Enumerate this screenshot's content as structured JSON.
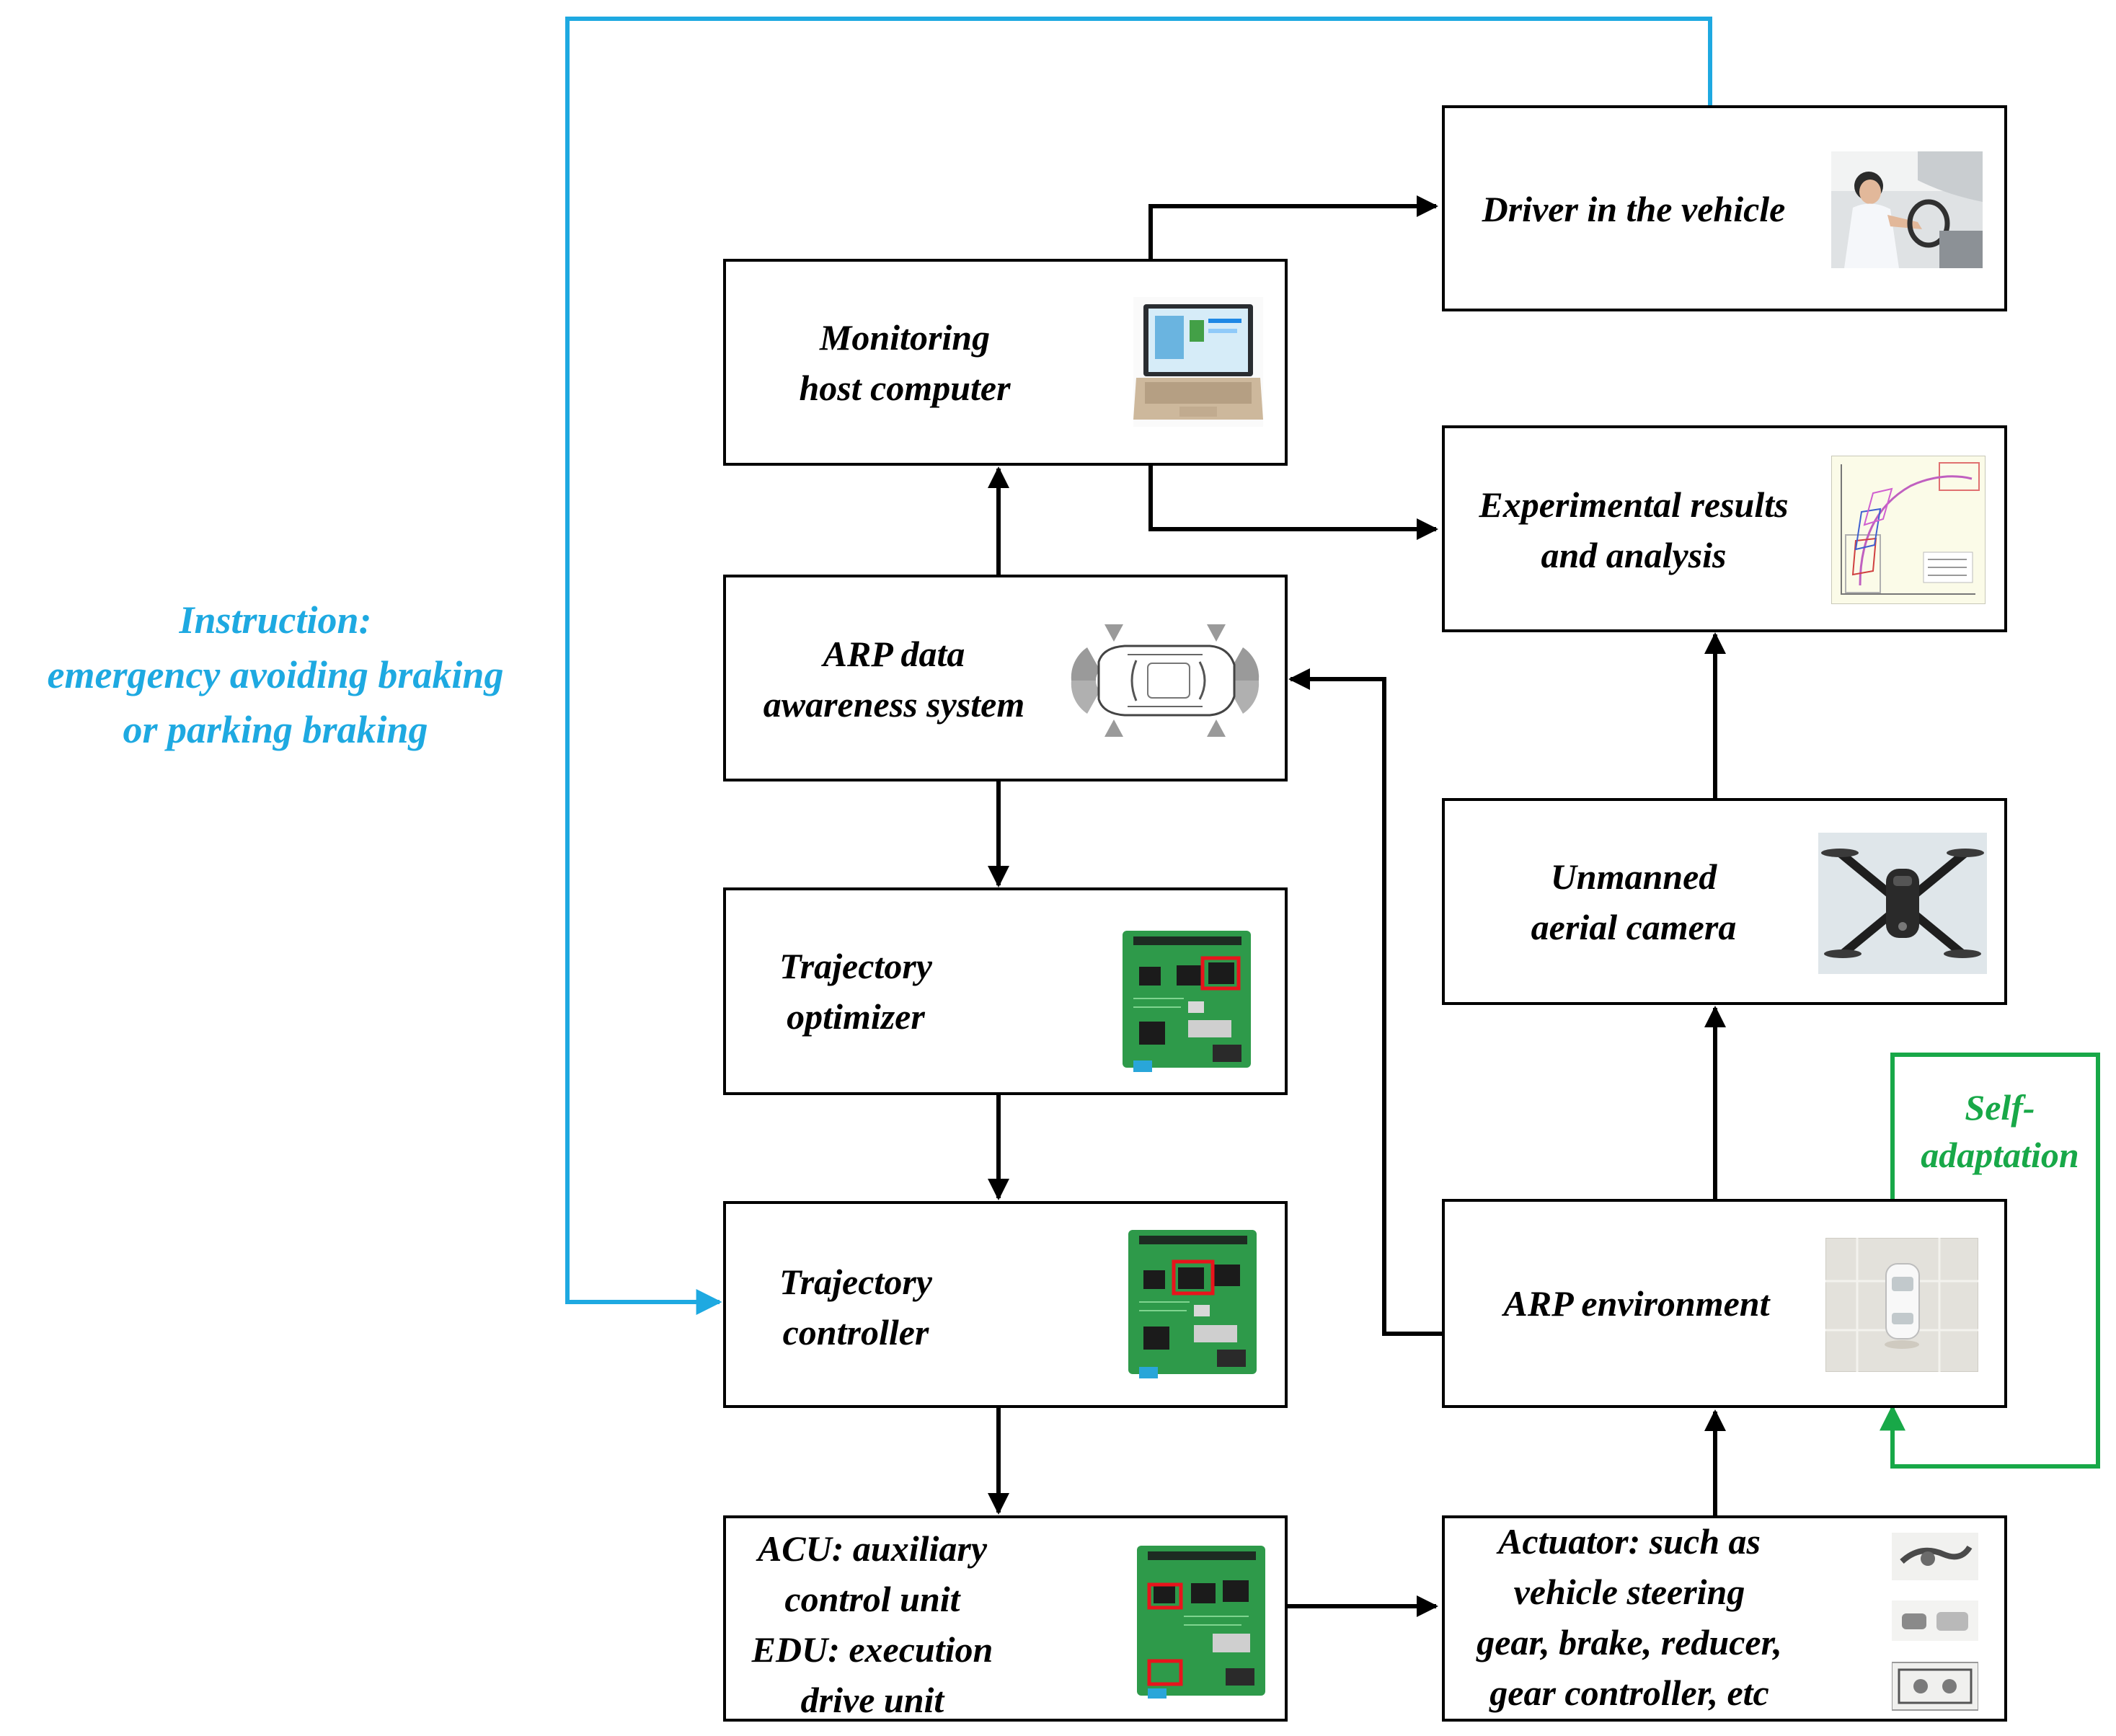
{
  "boxes": {
    "driver": {
      "label": "Driver in the vehicle"
    },
    "monitoring": {
      "line1": "Monitoring",
      "line2": "host computer"
    },
    "experimental": {
      "line1": "Experimental results",
      "line2": "and analysis"
    },
    "arp_data": {
      "line1": "ARP data",
      "line2": "awareness system"
    },
    "trajectory_optimizer": {
      "line1": "Trajectory",
      "line2": "optimizer"
    },
    "unmanned": {
      "line1": "Unmanned",
      "line2": "aerial camera"
    },
    "trajectory_controller": {
      "line1": "Trajectory",
      "line2": "controller"
    },
    "arp_environment": {
      "label": "ARP environment"
    },
    "acu_edu": {
      "line1": "ACU: auxiliary",
      "line2": "control unit",
      "line3": "EDU: execution",
      "line4": "drive unit"
    },
    "actuator": {
      "line1": "Actuator: such as",
      "line2": "vehicle steering",
      "line3": "gear, brake, reducer,",
      "line4": "gear controller, etc"
    }
  },
  "annotations": {
    "instruction": {
      "line1": "Instruction:",
      "line2": "emergency avoiding braking",
      "line3": "or parking braking",
      "color": "#1ea9e1"
    },
    "self_adaptation": {
      "line1": "Self-",
      "line2": "adaptation",
      "color": "#18a848"
    }
  },
  "colors": {
    "box_border": "#000000",
    "feedback_blue": "#1ea9e1",
    "feedback_green": "#18a848",
    "highlight_red": "#e8141c",
    "pcb_green": "#2e9a4a"
  },
  "icons": {
    "driver": "driver-photo-icon",
    "monitoring": "laptop-icon",
    "experimental": "trajectory-plot-icon",
    "arp_data": "car-sensors-icon",
    "trajectory_optimizer": "circuit-board-icon",
    "unmanned": "drone-icon",
    "trajectory_controller": "circuit-board-icon",
    "arp_environment": "parking-lot-icon",
    "acu_edu": "circuit-board-icon",
    "actuator": "actuator-parts-icon"
  }
}
